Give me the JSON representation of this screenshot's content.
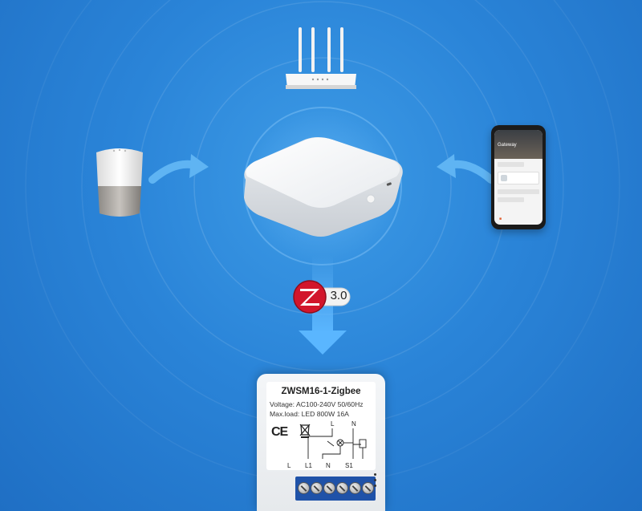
{
  "zigbee_badge": {
    "version": "3.0",
    "icon": "zigbee-logo-icon"
  },
  "module": {
    "model": "ZWSM16-1-Zigbee",
    "voltage": "Voltage: AC100-240V 50/60Hz",
    "max_load": "Max.load: LED 800W 16A",
    "ce_mark": "CE",
    "top_terminals": [
      "L",
      "N"
    ],
    "bottom_terminals": [
      "L",
      "L1",
      "N",
      "S1"
    ]
  },
  "phone": {
    "app_title": "Gateway"
  },
  "colors": {
    "background": "#2a84d8",
    "arrow": "#4aa8ee",
    "zigbee_red": "#d2152b",
    "terminal_blue": "#1f52a8"
  },
  "icons": [
    "wifi-router-icon",
    "smart-speaker-icon",
    "smartphone-icon",
    "zigbee-hub-icon",
    "arrow-icon",
    "weee-bin-icon"
  ]
}
